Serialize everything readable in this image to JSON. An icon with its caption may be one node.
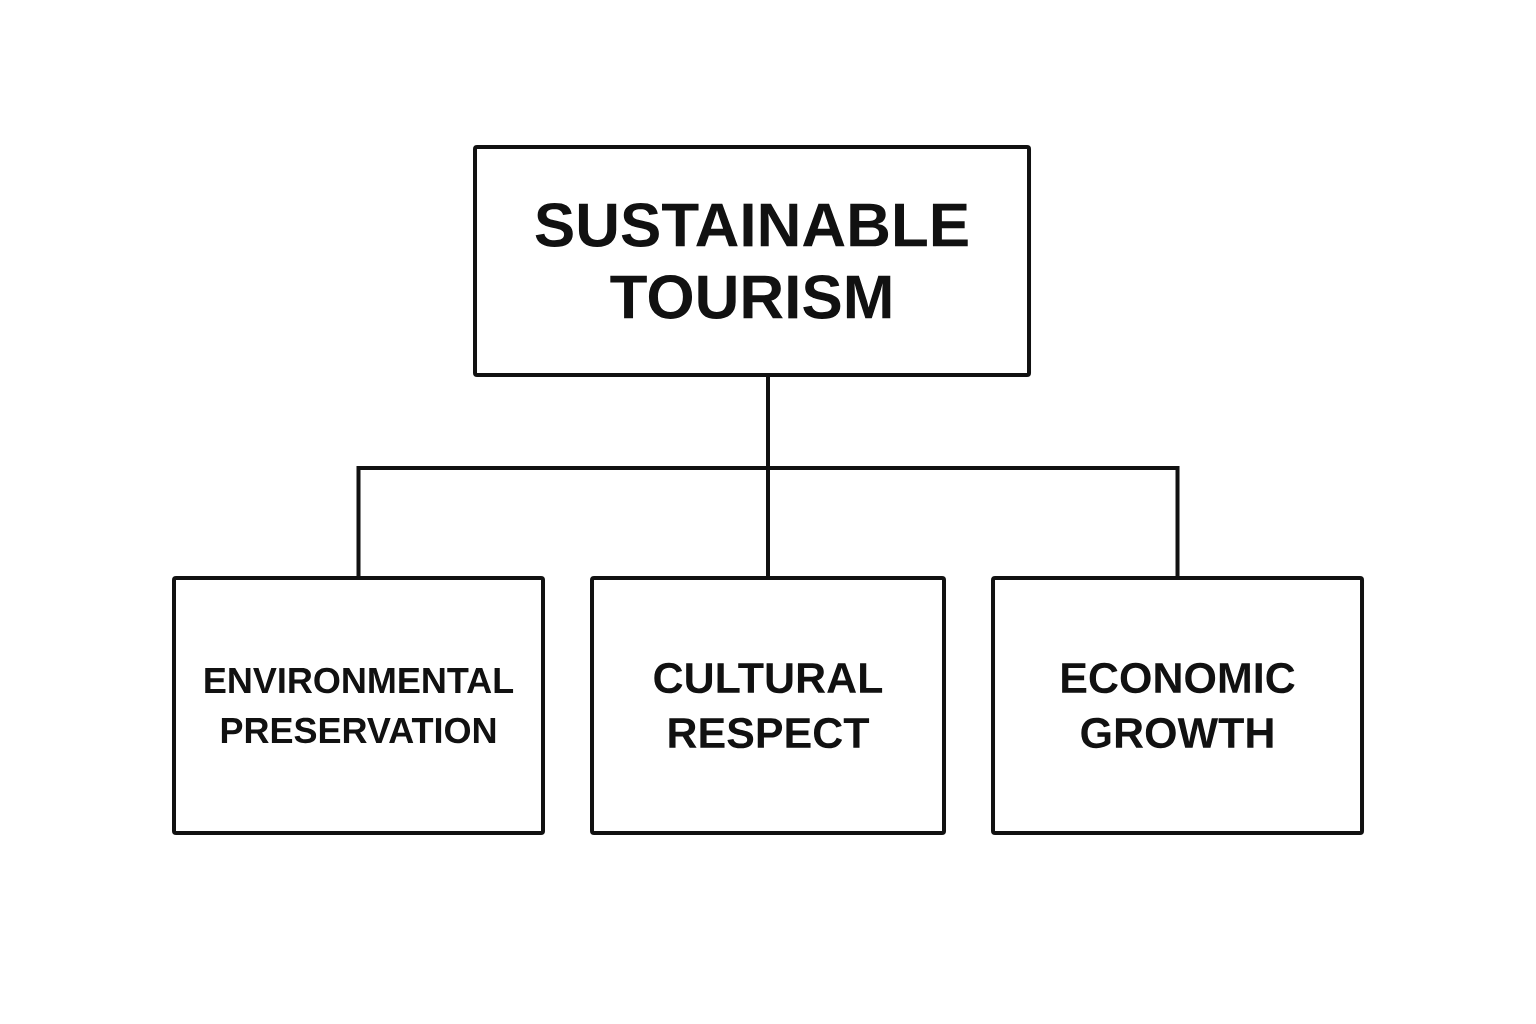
{
  "diagram": {
    "nodes": [
      {
        "text": [
          "SUSTAINABLE TOURISM"
        ]
      },
      {
        "text": [
          "ENVIRONMENTAL PRESERVATION"
        ]
      },
      {
        "text": [
          "CULTURAL RESPECT"
        ]
      },
      {
        "text": [
          "ECONOMIC GROWTH"
        ]
      }
    ],
    "edges": [
      {
        "from": 0,
        "to": 1,
        "arrow": "none"
      },
      {
        "from": 0,
        "to": 2,
        "arrow": "none"
      },
      {
        "from": 0,
        "to": 3,
        "arrow": "none"
      }
    ]
  }
}
